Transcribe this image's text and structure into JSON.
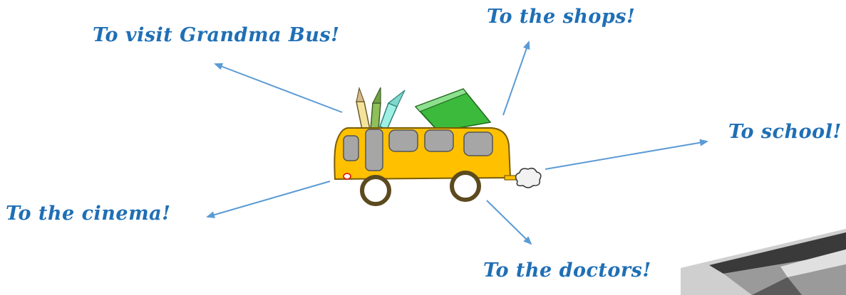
{
  "destinations": {
    "grandma": "To visit Grandma Bus!",
    "shops": "To the shops!",
    "school": "To school!",
    "cinema": "To the cinema!",
    "doctors": "To the doctors!"
  },
  "colors": {
    "label_text": "#1f6fb5",
    "arrow": "#5b9bd5",
    "bus_body": "#ffc000",
    "bus_window": "#a6a6a6",
    "wheel": "#5c4a1f",
    "book_green": "#3cba3c",
    "pencil_yellow": "#f4e39b",
    "pencil_green": "#8fbf5a",
    "pencil_teal": "#9ff0e4"
  },
  "icons": [
    "school-bus-illustration",
    "pencil-icon",
    "book-icon",
    "exhaust-cloud-icon",
    "photo-fragment"
  ]
}
